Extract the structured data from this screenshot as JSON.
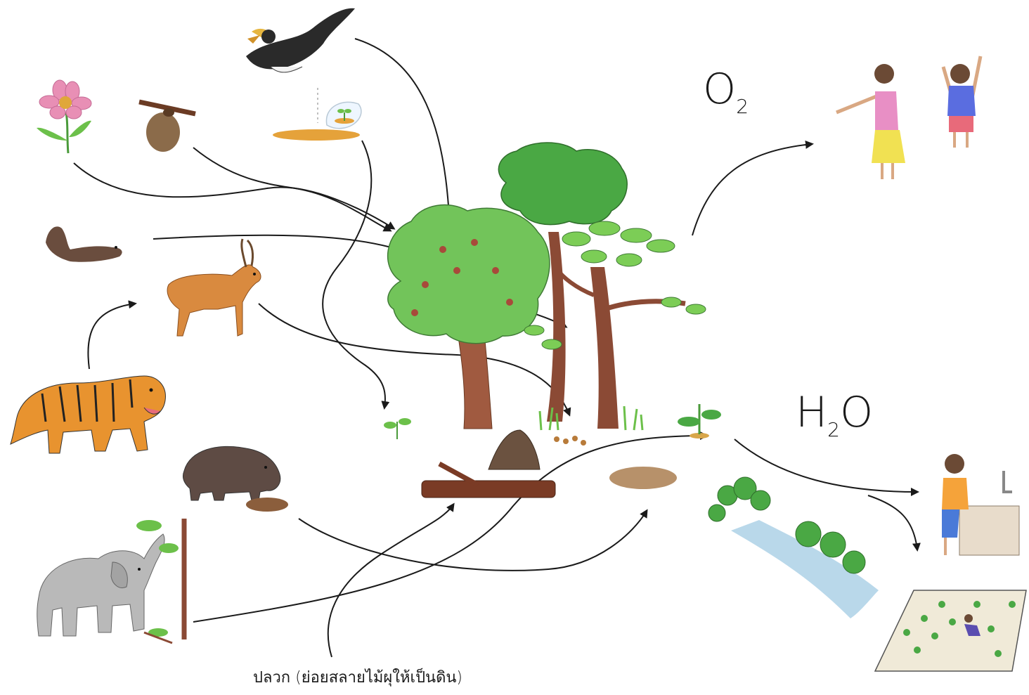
{
  "labels": {
    "oxygen_main": "O",
    "oxygen_sub": "2",
    "water_h": "H",
    "water_sub": "2",
    "water_o": "O",
    "termite_caption": "ปลวก (ย่อยสลายไม้ผุให้เป็นดิน)"
  },
  "colors": {
    "arrow": "#1a1a1a",
    "leaf_green": "#3f9b3a",
    "light_green": "#8fd16a",
    "trunk_brown": "#8b4a35",
    "tiger_orange": "#e8932f",
    "deer_tan": "#d98a3f",
    "elephant_gray": "#b9b9b9",
    "boar_brown": "#5e4b44",
    "water_blue": "#b9d8ea",
    "hornbill_black": "#2a2a2a",
    "flower_pink": "#e88fb5"
  }
}
